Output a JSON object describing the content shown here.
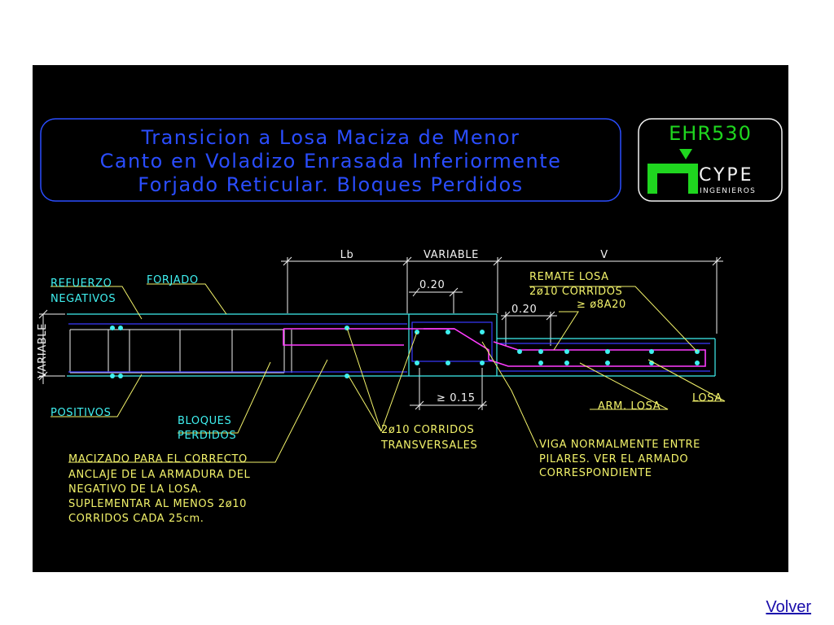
{
  "title_lines": [
    "Transicion a Losa Maciza de Menor",
    "Canto en Voladizo Enrasada Inferiormente",
    "Forjado Reticular. Bloques Perdidos"
  ],
  "logo": {
    "code": "EHR530",
    "brand": "CYPE",
    "subtitle": "INGENIEROS"
  },
  "dimensions": {
    "lb": "Lb",
    "variable_top": "VARIABLE",
    "v": "V",
    "dim_020_a": "0.20",
    "dim_020_b": "0.20",
    "dim_015": "≥ 0.15",
    "variable_left": "VARIABLE"
  },
  "labels": {
    "refuerzo": "REFUERZO",
    "negativos": "NEGATIVOS",
    "forjado": "FORJADO",
    "remate_losa": "REMATE LOSA",
    "corridos_2phi10_a": "2ø10 CORRIDOS",
    "estribos": "≥ ø8A20",
    "positivos": "POSITIVOS",
    "bloques": "BLOQUES",
    "perdidos": "PERDIDOS",
    "corridos_2phi10_b": "2ø10 CORRIDOS",
    "transversales": "TRANSVERSALES",
    "arm_losa": "ARM. LOSA",
    "losa": "LOSA",
    "macizado_1": "MACIZADO PARA EL CORRECTO",
    "macizado_2": "ANCLAJE DE LA ARMADURA DEL",
    "macizado_3": "NEGATIVO DE LA LOSA.",
    "macizado_4": "SUPLEMENTAR AL MENOS 2ø10",
    "macizado_5": "CORRIDOS CADA 25cm.",
    "viga_1": "VIGA NORMALMENTE ENTRE",
    "viga_2": "PILARES. VER EL ARMADO",
    "viga_3": "CORRESPONDIENTE"
  },
  "colors": {
    "background": "#000000",
    "title": "#2a4dff",
    "annotation": "#f2f26a",
    "concrete": "#3ff0f0",
    "rebar": "#ff3cff",
    "logo": "#1fd61f"
  },
  "nav": {
    "back_label": "Volver"
  }
}
